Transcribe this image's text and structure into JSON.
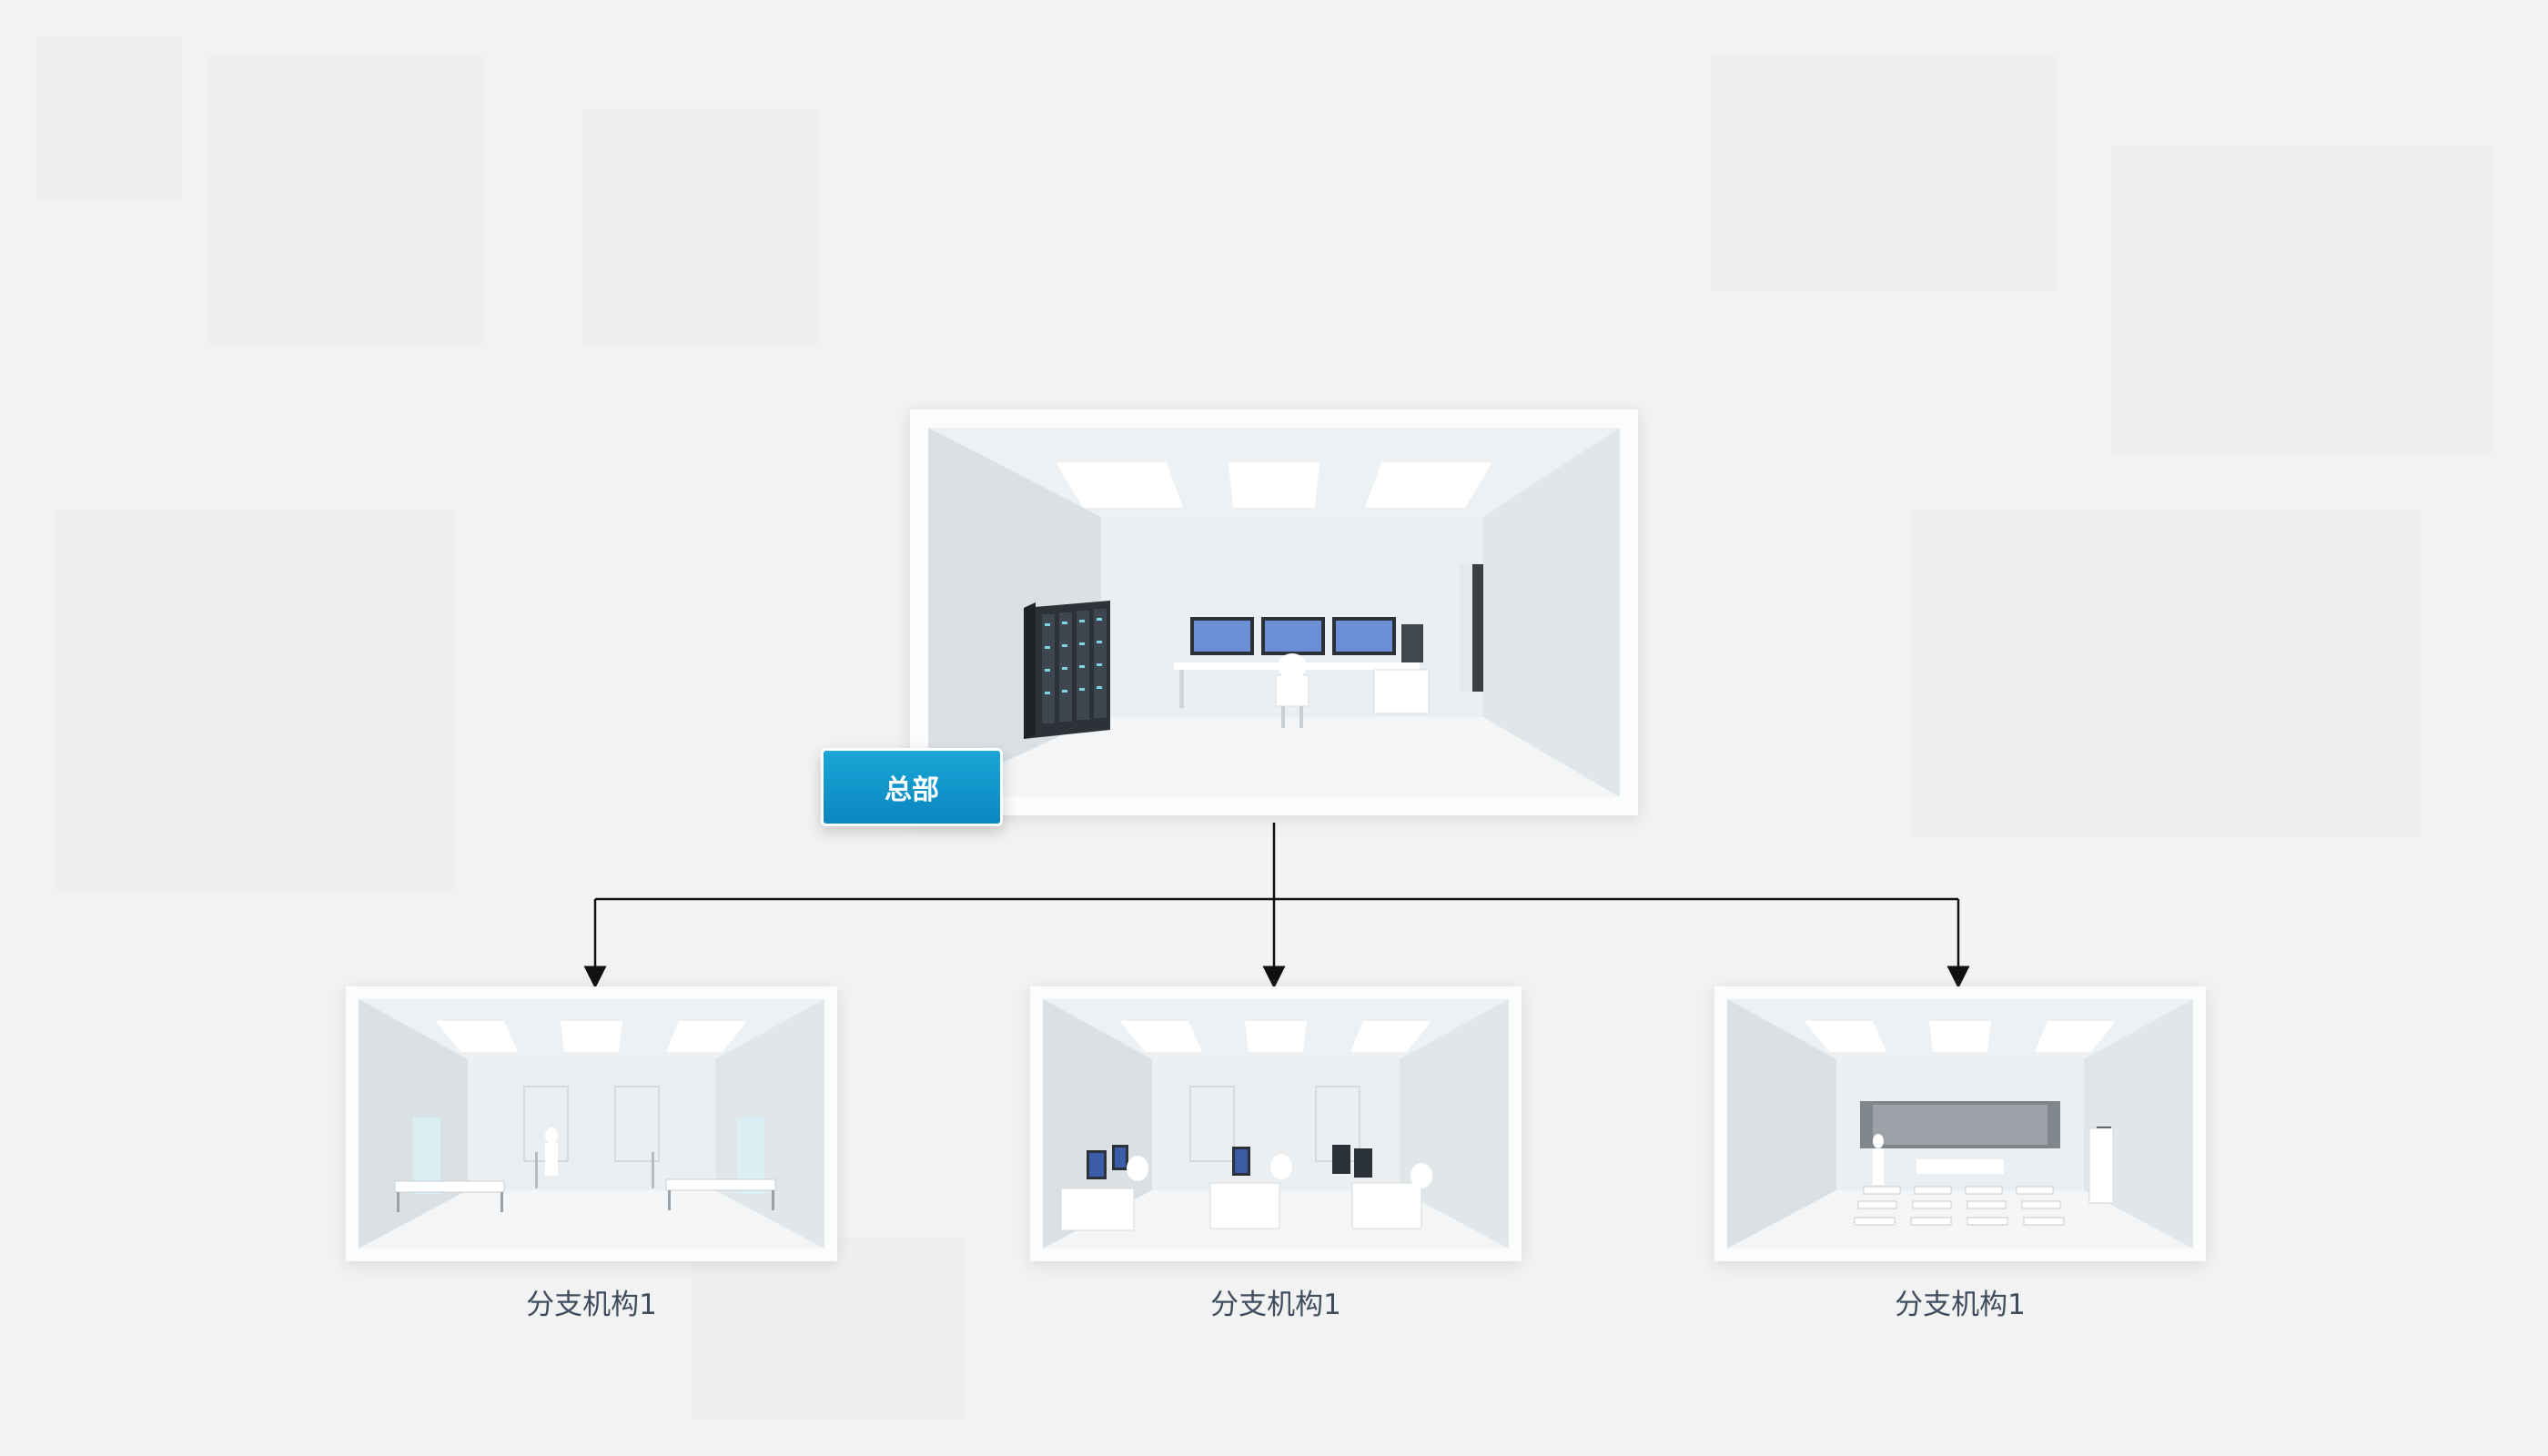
{
  "headquarters": {
    "label": "总部",
    "badge_color": "#0a96cc"
  },
  "branches": [
    {
      "label": "分支机构1",
      "scene": "ward"
    },
    {
      "label": "分支机构1",
      "scene": "computer-lab"
    },
    {
      "label": "分支机构1",
      "scene": "classroom"
    }
  ],
  "colors": {
    "background": "#f2f2f2",
    "connector": "#111111",
    "label_text": "#3f4d5e"
  }
}
